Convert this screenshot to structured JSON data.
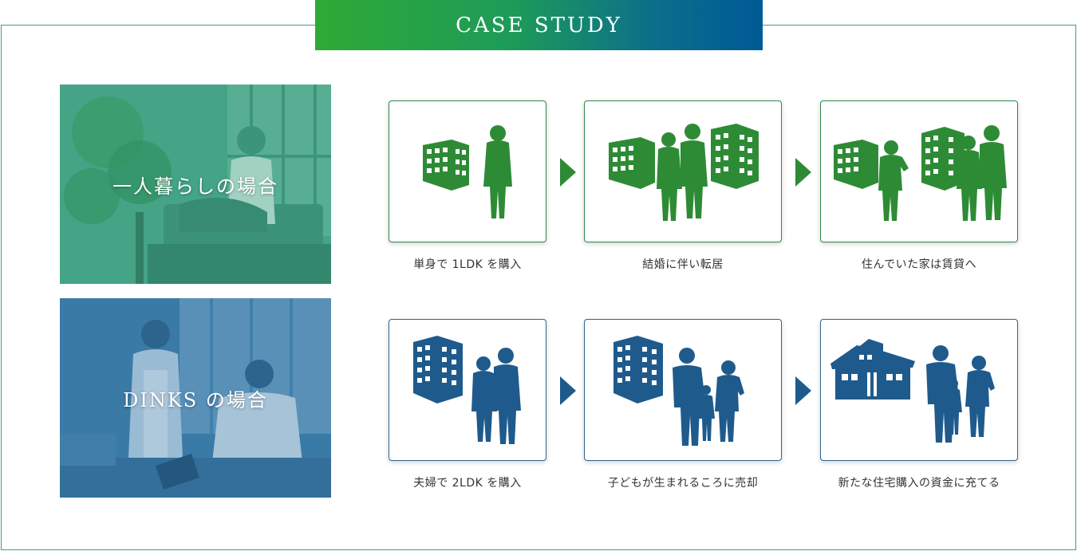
{
  "banner": {
    "title": "CASE STUDY"
  },
  "colors": {
    "green": "#2e8b35",
    "blue": "#1f5a8c",
    "frame": "#3e9c91"
  },
  "cases": [
    {
      "label": "一人暮らしの場合",
      "theme": "green",
      "steps": [
        {
          "caption": "単身で 1LDK を購入",
          "icon": "building-single-person-icon"
        },
        {
          "caption": "結婚に伴い転居",
          "icon": "couple-between-buildings-icon"
        },
        {
          "caption": "住んでいた家は賃貸へ",
          "icon": "rental-and-couple-icon"
        }
      ]
    },
    {
      "label": "DINKS の場合",
      "theme": "blue",
      "steps": [
        {
          "caption": "夫婦で 2LDK を購入",
          "icon": "building-couple-icon"
        },
        {
          "caption": "子どもが生まれるころに売却",
          "icon": "building-family-icon"
        },
        {
          "caption": "新たな住宅購入の資金に充てる",
          "icon": "house-family-icon"
        }
      ]
    }
  ]
}
